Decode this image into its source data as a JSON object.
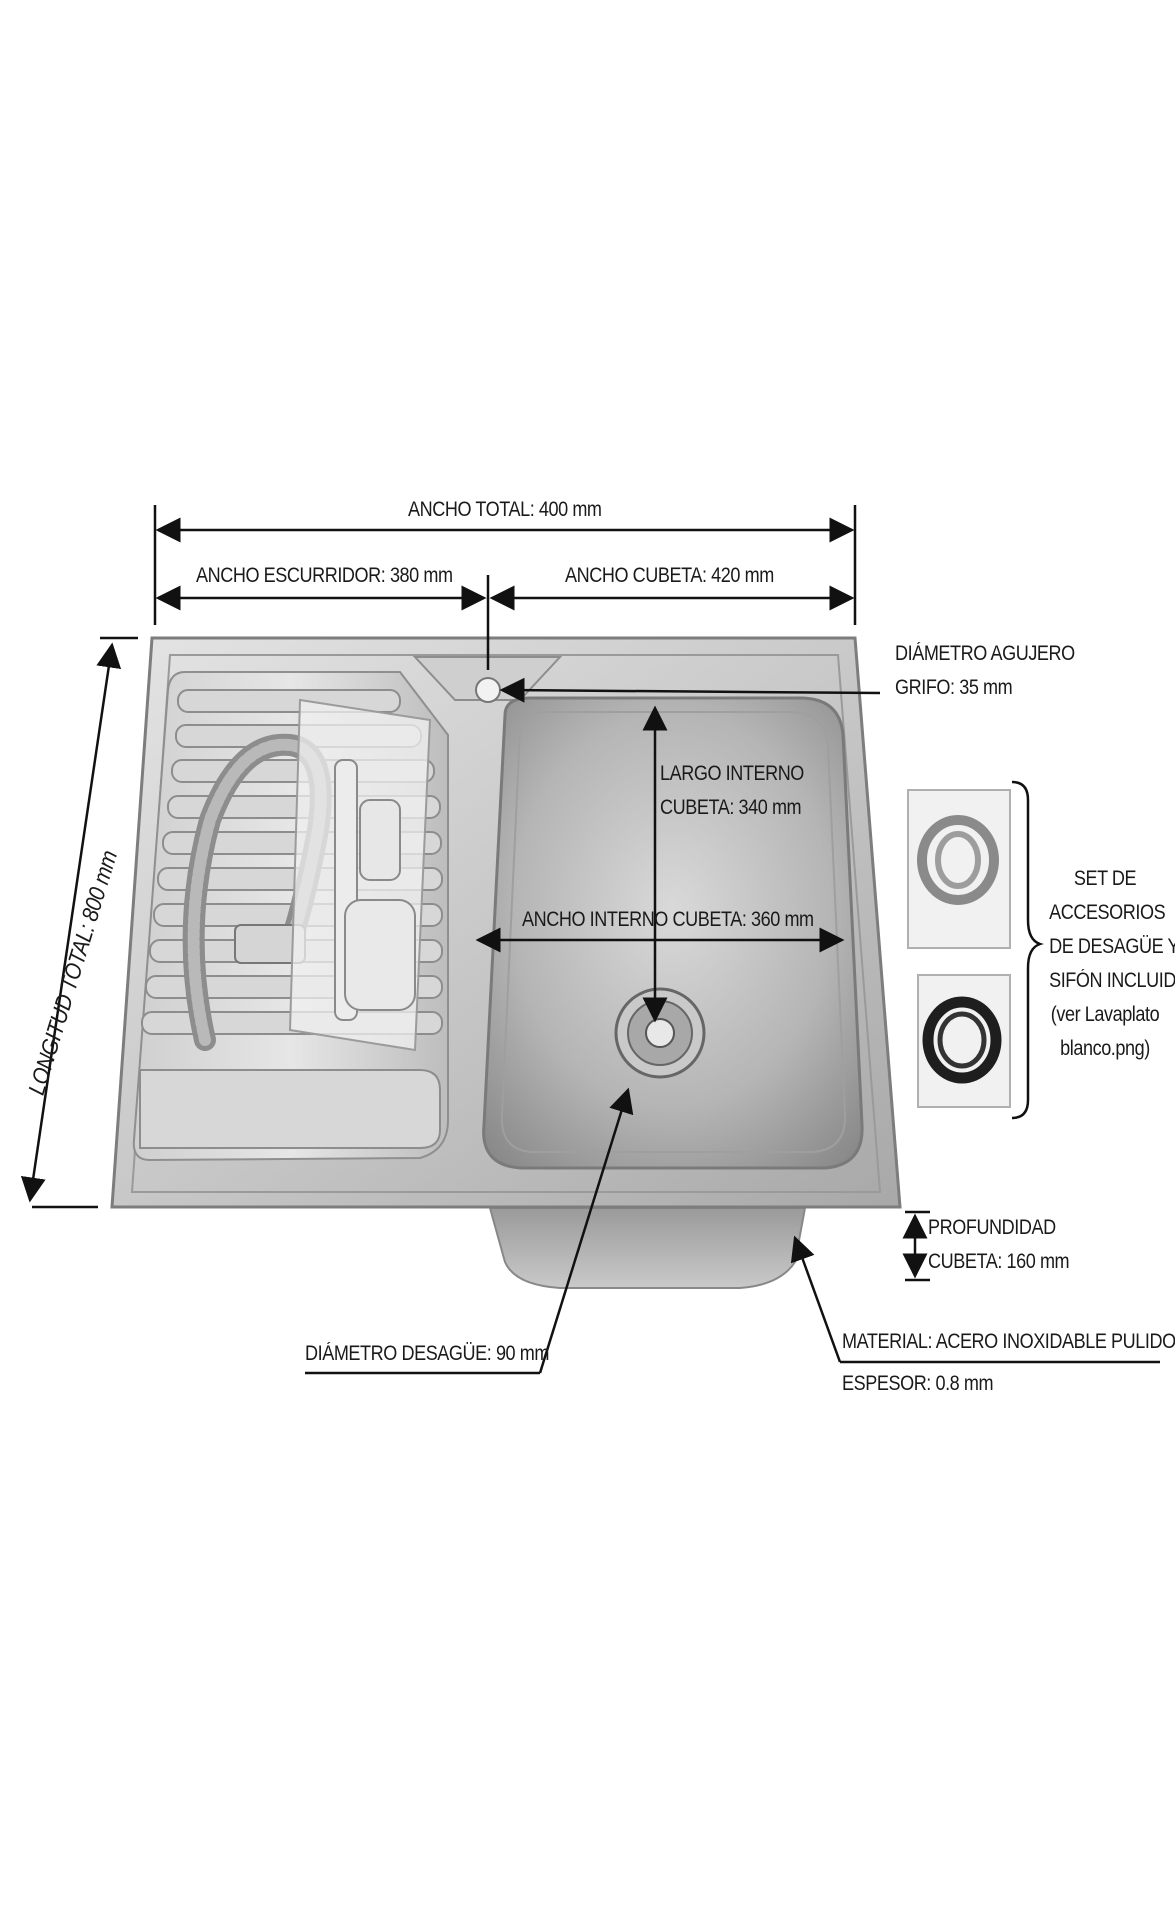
{
  "dimensions": {
    "ancho_total": "ANCHO TOTAL: 400 mm",
    "ancho_escurridor": "ANCHO ESCURRIDOR: 380 mm",
    "ancho_cubeta": "ANCHO CUBETA: 420 mm",
    "diametro_agujero_line1": "DIÁMETRO AGUJERO",
    "diametro_agujero_line2": "GRIFO: 35 mm",
    "largo_interno_line1": "LARGO INTERNO",
    "largo_interno_line2": "CUBETA: 340 mm",
    "ancho_interno": "ANCHO INTERNO CUBETA: 360 mm",
    "longitud_total": "LONGITUD TOTAL: 800 mm",
    "profundidad_line1": "PROFUNDIDAD",
    "profundidad_line2": "CUBETA: 160 mm",
    "diametro_desague": "DIÁMETRO DESAGÜE: 90 mm",
    "material": "MATERIAL: ACERO INOXIDABLE PULIDO",
    "espesor": "ESPESOR: 0.8 mm"
  },
  "accessories": {
    "line1": "SET DE",
    "line2": "ACCESORIOS",
    "line3": "DE DESAGÜE Y",
    "line4": "SIFÓN INCLUIDO",
    "line5": "(ver Lavaplato",
    "line6": "blanco.png)"
  },
  "colors": {
    "steel_light": "#dcdcdc",
    "steel_mid": "#b9b9b9",
    "steel_dark": "#8e8e8e",
    "line": "#111111"
  }
}
